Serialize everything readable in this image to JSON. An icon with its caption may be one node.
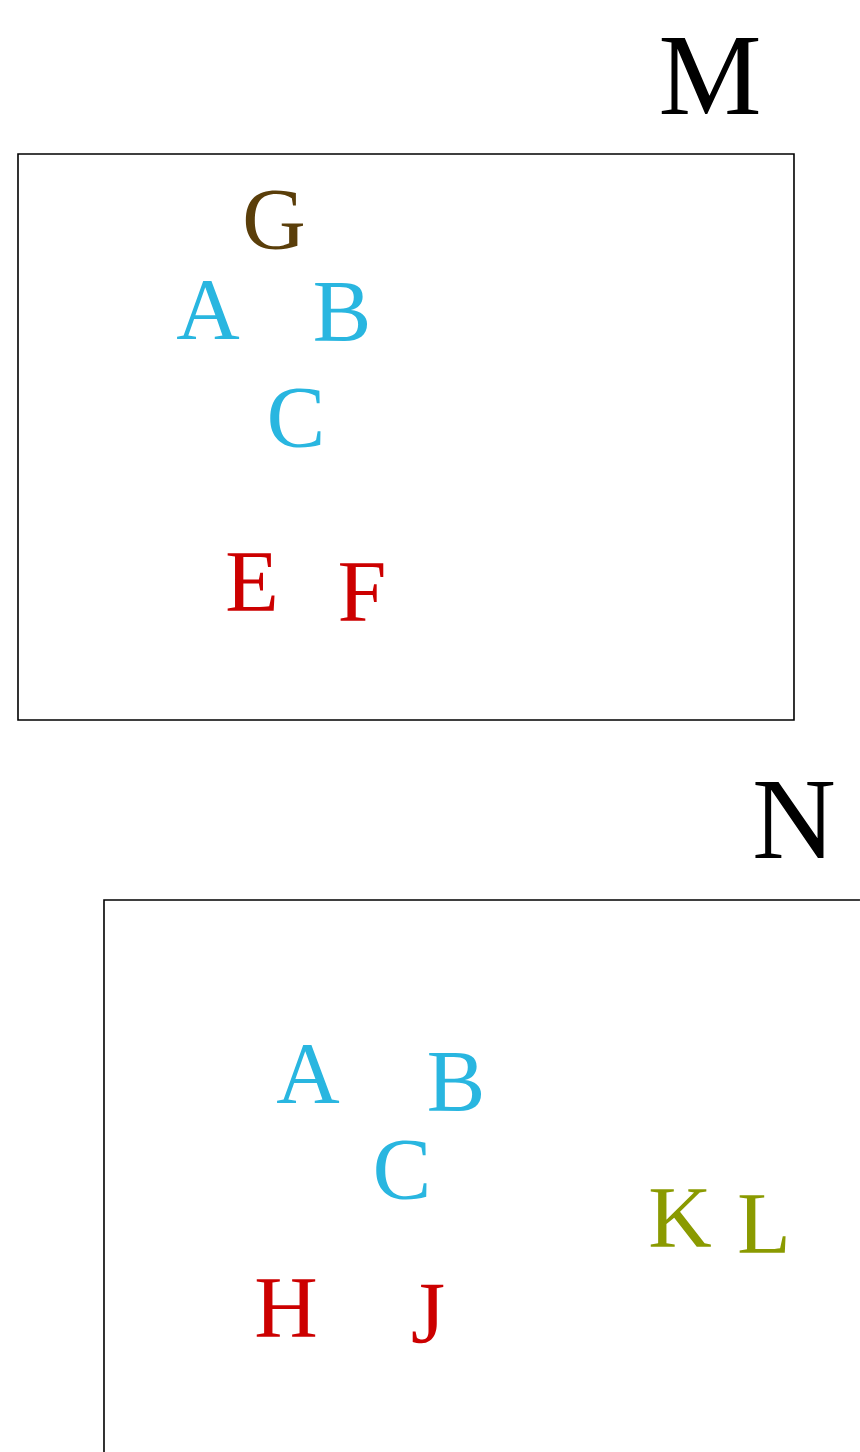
{
  "diagram": {
    "nodes": [
      {
        "text": [
          "M"
        ]
      },
      {
        "text": [
          "N"
        ]
      }
    ],
    "labels": [
      "G",
      "A",
      "B",
      "C",
      "E",
      "F",
      "A",
      "B",
      "C",
      "K",
      "L",
      "H",
      "J"
    ]
  }
}
